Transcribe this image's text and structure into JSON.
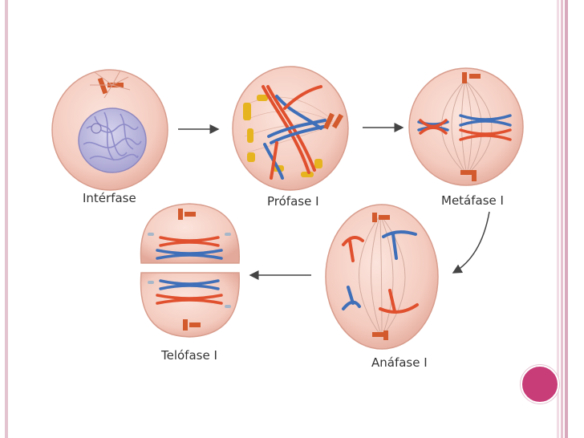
{
  "labels": {
    "interphase": "Intérfase",
    "prophase": "Prófase I",
    "metaphase": "Metáfase I",
    "anaphase": "Anáfase I",
    "telophase": "Telófase I"
  },
  "colors": {
    "cell": "#f4cbbf",
    "nucleus": "#b6b3da",
    "red_chromosome": "#e0502e",
    "blue_chromosome": "#3f6fb8",
    "centrosome": "#d25a2c",
    "accent_dot": "#c83c78",
    "frame": "#e3c3cf"
  }
}
